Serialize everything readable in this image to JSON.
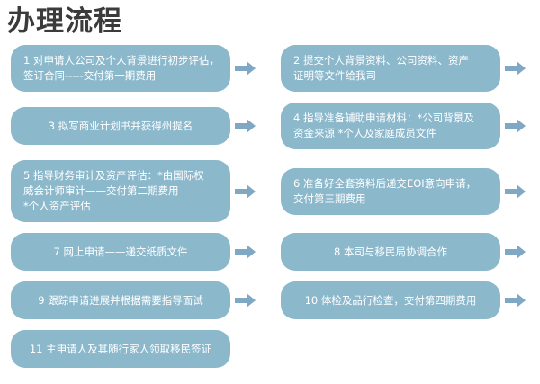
{
  "title": "办理流程",
  "colors": {
    "box_fill": "#8cb8cc",
    "box_text": "#ffffff",
    "arrow": "#7fa8c4",
    "title_text": "#3b3b3b",
    "background": "#ffffff"
  },
  "arrow_icon": "arrow-right-icon",
  "rows": [
    {
      "left": {
        "number": "1",
        "align": "start",
        "lines": [
          "1 对申请人公司及个人背景进行初步评估，",
          "签订合同-----交付第一期费用"
        ],
        "arrow_after": true
      },
      "right": {
        "number": "2",
        "align": "start",
        "lines": [
          "2 提交个人背景资料、公司资料、资产",
          "证明等文件给我司"
        ],
        "arrow_after": true
      }
    },
    {
      "left": {
        "number": "3",
        "align": "center",
        "lines": [
          "3 拟写商业计划书并获得州提名"
        ],
        "arrow_after": true
      },
      "right": {
        "number": "4",
        "align": "start",
        "lines": [
          "4 指导准备辅助申请材料：*公司背景及",
          "资金来源 *个人及家庭成员文件"
        ],
        "arrow_after": true
      }
    },
    {
      "left": {
        "number": "5",
        "align": "start",
        "lines": [
          "5 指导财务审计及资产评估：*由国际权",
          "威会计师审计——交付第二期费用",
          "*个人资产评估"
        ],
        "arrow_after": true
      },
      "right": {
        "number": "6",
        "align": "start",
        "lines": [
          "6 准备好全套资料后递交EOI意向申请，",
          "交付第三期费用"
        ],
        "arrow_after": true
      }
    },
    {
      "left": {
        "number": "7",
        "align": "center",
        "lines": [
          "7 网上申请——递交纸质文件"
        ],
        "arrow_after": true
      },
      "right": {
        "number": "8",
        "align": "center",
        "lines": [
          "8 本司与移民局协调合作"
        ],
        "arrow_after": true
      }
    },
    {
      "left": {
        "number": "9",
        "align": "center",
        "lines": [
          "9 跟踪申请进展并根据需要指导面试"
        ],
        "arrow_after": true
      },
      "right": {
        "number": "10",
        "align": "center",
        "lines": [
          "10  体检及品行检查，交付第四期费用"
        ],
        "arrow_after": true
      }
    },
    {
      "left": {
        "number": "11",
        "align": "center",
        "lines": [
          "11  主申请人及其随行家人领取移民签证"
        ],
        "arrow_after": false
      },
      "right": null
    }
  ]
}
